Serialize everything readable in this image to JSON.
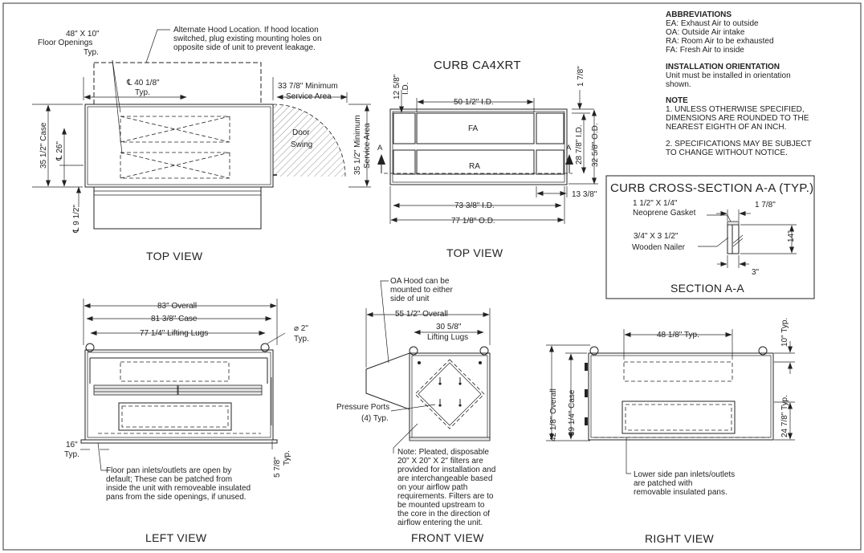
{
  "abbreviations": {
    "heading": "ABBREVIATIONS",
    "items": [
      "EA: Exhaust Air to outside",
      "OA: Outside Air intake",
      "RA: Room Air to be exhausted",
      "FA: Fresh Air to inside"
    ]
  },
  "orientation": {
    "heading": "INSTALLATION ORIENTATION",
    "lines": [
      "Unit must be installed in orientation",
      "shown."
    ]
  },
  "note": {
    "heading": "NOTE",
    "lines": [
      "1. UNLESS OTHERWISE SPECIFIED,",
      "DIMENSIONS ARE ROUNDED TO THE",
      "NEAREST EIGHTH OF AN INCH.",
      "",
      "2. SPECIFICATIONS MAY BE SUBJECT",
      "TO CHANGE WITHOUT NOTICE."
    ]
  },
  "top_view": {
    "title": "TOP VIEW",
    "floor_openings": [
      "48\" X 10\"",
      "Floor Openings",
      "Typ."
    ],
    "hood_note": [
      "Alternate Hood Location. If hood location",
      "switched, plug existing mounting holes on",
      "opposite side of unit to prevent leakage."
    ],
    "dim_cl_40": "℄ 40 1/8\"",
    "dim_cl_40_typ": "Typ.",
    "dim_service": [
      "33 7/8\" Minimum",
      "Service Area"
    ],
    "door_swing": [
      "Door",
      "Swing"
    ],
    "dim_case": "35 1/2\" Case",
    "dim_cl_26": "℄ 26\"",
    "dim_cl_9": "℄ 9 1/2\"",
    "dim_service_vert": [
      "35 1/2\" Minimum",
      "Service Area"
    ]
  },
  "curb": {
    "title": "CURB CA4XRT",
    "dim_id_height": [
      "12 5/8\"",
      "I.D."
    ],
    "dim_50": "50 1/2\" I.D.",
    "dim_1_7_8": "1 7/8\"",
    "fa_label": "FA",
    "ra_label": "RA",
    "section_a": "A",
    "dim_28_id": "28 7/8\" I.D.",
    "dim_32_od": "32 5/8\" O.D.",
    "dim_13": "13 3/8\"",
    "dim_73": "73 3/8\" I.D.",
    "dim_77": "77 1/8\" O.D.",
    "view_title": "TOP VIEW"
  },
  "cross_section": {
    "title": "CURB CROSS-SECTION A-A (TYP.)",
    "gasket": [
      "1 1/2\" X 1/4\"",
      "Neoprene Gasket"
    ],
    "dim_gasket": "1 7/8\"",
    "nailer": [
      "3/4\" X 3 1/2\"",
      "Wooden Nailer"
    ],
    "dim_14": "14\"",
    "dim_3": "3\"",
    "section_title": "SECTION A-A"
  },
  "left_view": {
    "title": "LEFT VIEW",
    "dim_overall": "83\" Overall",
    "dim_case": "81 3/8\" Case",
    "dim_lugs": "77 1/4\" Lifting Lugs",
    "dim_dia": [
      "⌀ 2\"",
      "Typ."
    ],
    "dim_16": [
      "16\"",
      "Typ."
    ],
    "dim_5_7_8": [
      "5 7/8\"",
      "Typ."
    ],
    "floor_note": [
      "Floor pan inlets/outlets are open by",
      "default; These can be patched from",
      "inside the unit with removeable insulated",
      "pans from the side openings, if unused."
    ]
  },
  "front_view": {
    "title": "FRONT VIEW",
    "oa_hood": [
      "OA Hood can be",
      "mounted to either",
      "side of unit"
    ],
    "dim_overall": "55 1/2\" Overall",
    "dim_lugs": [
      "30 5/8\"",
      "Lifting Lugs"
    ],
    "pressure_ports": [
      "Pressure Ports",
      "(4) Typ."
    ],
    "filter_note": [
      "Note: Pleated, disposable",
      "20\" X 20\" X 2\" filters are",
      "provided for installation and",
      "are interchangeable based",
      "on your airflow path",
      "requirements.  Filters are to",
      "be mounted upstream to",
      "the core in the direction of",
      "airflow entering the unit."
    ]
  },
  "right_view": {
    "title": "RIGHT VIEW",
    "dim_48": "48 1/8\" Typ.",
    "dim_10": "10\" Typ.",
    "dim_42": "42 1/8\" Overall",
    "dim_39": "39 1/4\" Case",
    "dim_24": "24 7/8\" Typ.",
    "patch_note": [
      "Lower side pan inlets/outlets",
      "are patched with",
      "removable insulated pans."
    ]
  }
}
